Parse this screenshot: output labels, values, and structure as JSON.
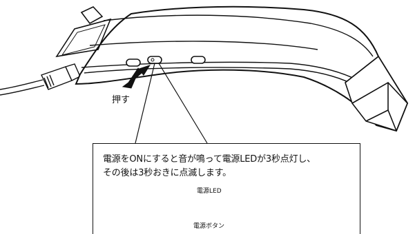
{
  "labels": {
    "push": "押す",
    "callout_line1": "電源をONにすると音が鳴って電源LEDが3秒点灯し、",
    "callout_line2": "その後は3秒おきに点滅します。",
    "led": "電源LED",
    "button": "電源ボタン"
  }
}
